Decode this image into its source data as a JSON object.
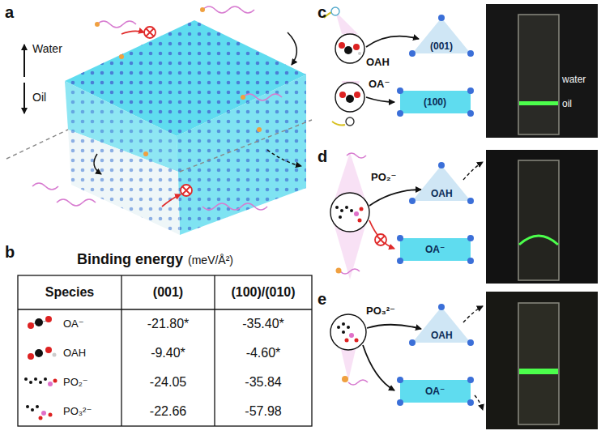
{
  "diagram": {
    "nodes": [
      {
        "text": [
          "(001)"
        ]
      },
      {
        "text": [
          "(100)"
        ]
      },
      {
        "text": [
          "OAH"
        ]
      },
      {
        "text": [
          "OA⁻"
        ]
      },
      {
        "text": [
          "OAH"
        ]
      },
      {
        "text": [
          "OA⁻"
        ]
      }
    ],
    "labels": [
      "a",
      "Water",
      "Oil",
      "b",
      "Binding energy",
      "(meV/Å²)",
      "Species",
      "(001)",
      "(100)/(010)",
      "OA⁻",
      "-21.80*",
      "-35.40*",
      "OAH",
      "-9.40*",
      "-4.60*",
      "PO₂⁻",
      "-24.05",
      "-35.84",
      "PO₃²⁻",
      "-22.66",
      "-57.98",
      "c",
      "OAH",
      "OA⁻",
      "water",
      "oil",
      "d",
      "PO₂⁻",
      "e",
      "PO₃²⁻"
    ]
  }
}
